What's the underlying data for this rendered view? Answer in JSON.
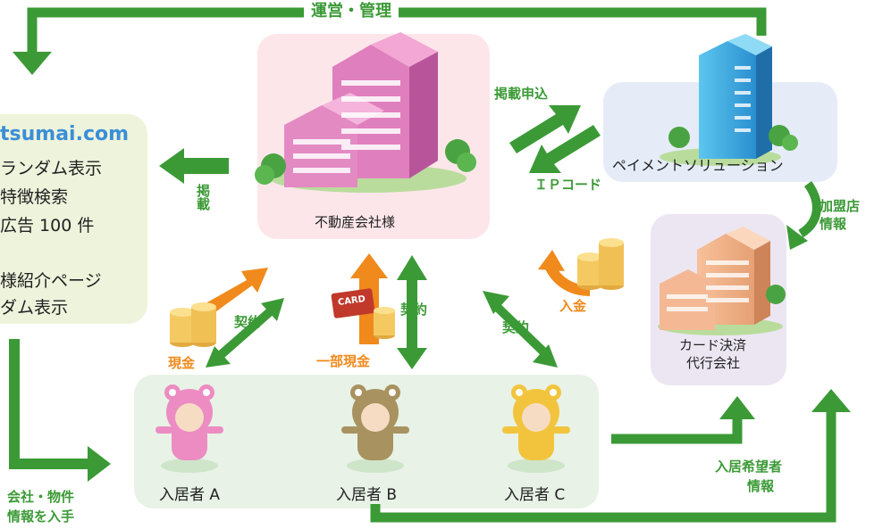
{
  "top": {
    "title": "運営・管理"
  },
  "realestate": {
    "label": "不動産会社様"
  },
  "payment": {
    "label": "ペイメントソリューション",
    "apply_label": "掲載申込",
    "ip_label": "ＩＰコード"
  },
  "card": {
    "label_line1": "カード決済",
    "label_line2": "代行会社",
    "member_label_line1": "加盟店",
    "member_label_line2": "情報"
  },
  "site": {
    "url": "tsumai.com",
    "lines": [
      "ランダム表示",
      "特徴検索",
      "広告 100 件",
      "",
      "様紹介ページ",
      "ダム表示"
    ],
    "post_label": "掲載"
  },
  "flows": {
    "cash": "現金",
    "contract_left": "契約",
    "partial_cash": "一部現金",
    "contract_mid": "契約",
    "contract_right": "契約",
    "deposit": "入金",
    "card_text": "CARD",
    "info_get_line1": "会社・物件",
    "info_get_line2": "情報を入手",
    "applicant_line1": "入居希望者",
    "applicant_line2": "情報"
  },
  "residents": {
    "a": "入居者 A",
    "b": "入居者 B",
    "c": "入居者 C"
  },
  "colors": {
    "green": "#3b9a36",
    "orange": "#f08a1c",
    "pink": "#e47fbe",
    "blue": "#3a8fd6"
  }
}
